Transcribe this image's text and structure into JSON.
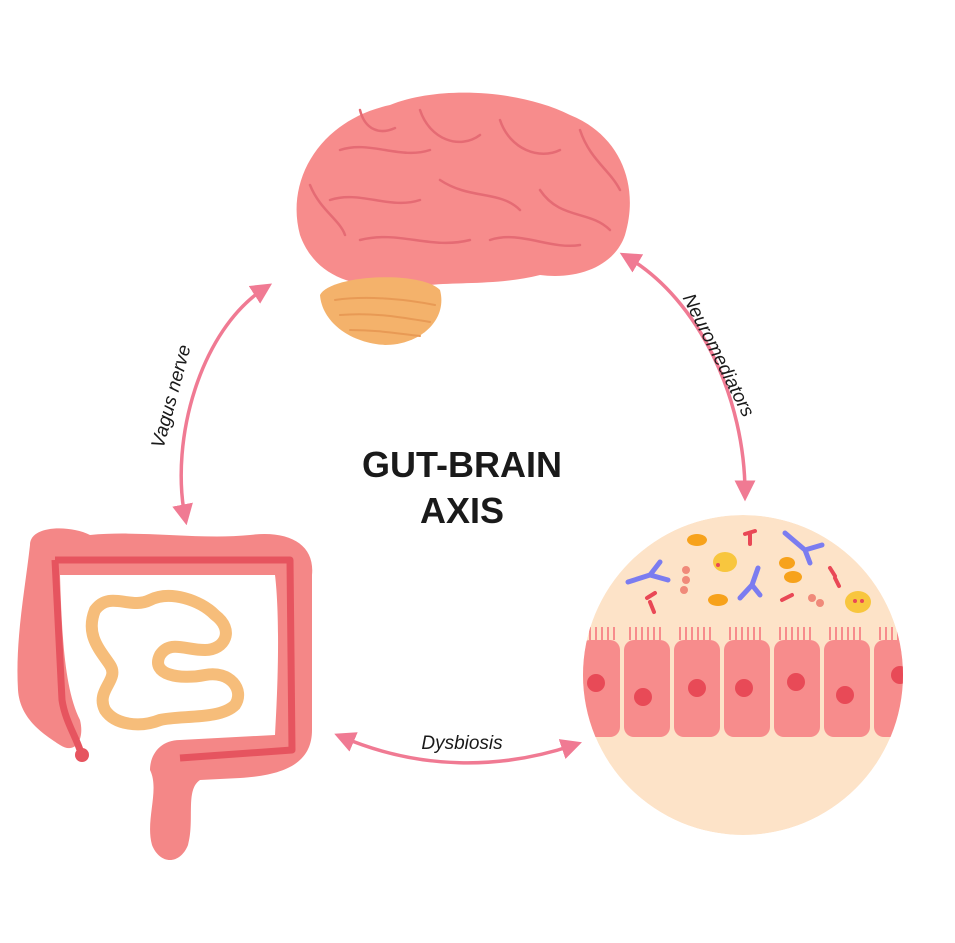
{
  "title": {
    "line1": "GUT-BRAIN",
    "line2": "AXIS"
  },
  "labels": {
    "vagus": "Vagus nerve",
    "neuro": "Neuromediators",
    "dysbiosis": "Dysbiosis"
  },
  "colors": {
    "arrow": "#f07a93",
    "brain": "#f78c8c",
    "cerebellum": "#f4b26b",
    "intestine": "#f48787",
    "small_intestine": "#f6bd7a",
    "circle_bg": "#fde3c8",
    "cell": "#f78c8c",
    "nucleus": "#e84a57",
    "bacteria_blue": "#7b7cf0",
    "bacteria_orange": "#f7a21b",
    "bacteria_yellow": "#f8c63e",
    "bacteria_red": "#e94856"
  }
}
